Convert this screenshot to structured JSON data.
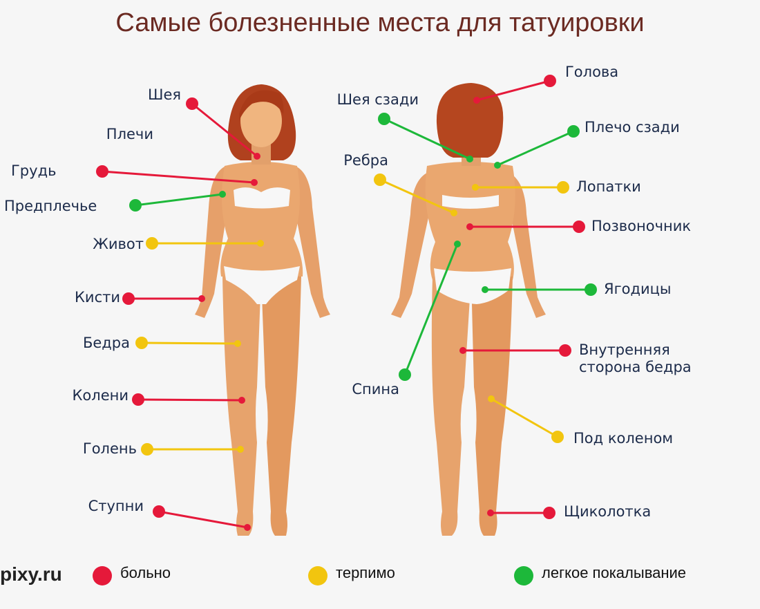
{
  "title": "Самые болезненные места для татуировки",
  "colors": {
    "painful": "#e5193a",
    "tolerable": "#f2c50f",
    "tingling": "#1db83a",
    "skin": "#e9a56e",
    "hair": "#b0411e"
  },
  "front_labels": {
    "neck": "Шея",
    "shoulders": "Плечи",
    "chest": "Грудь",
    "forearm": "Предплечье",
    "belly": "Живот",
    "hands": "Кисти",
    "hips": "Бедра",
    "knees": "Колени",
    "shin": "Голень",
    "feet": "Ступни"
  },
  "back_labels": {
    "head": "Голова",
    "back_neck": "Шея сзади",
    "back_shoulder": "Плечо сзади",
    "ribs": "Ребра",
    "blades": "Лопатки",
    "spine": "Позвоночник",
    "buttocks": "Ягодицы",
    "back": "Спина",
    "inner_thigh": "Внутренняя сторона бедра",
    "behind_knee": "Под коленом",
    "ankle": "Щиколотка"
  },
  "legend": {
    "painful": "больно",
    "tolerable": "терпимо",
    "tingling": "легкое покалывание"
  },
  "brand": "pixy.ru"
}
